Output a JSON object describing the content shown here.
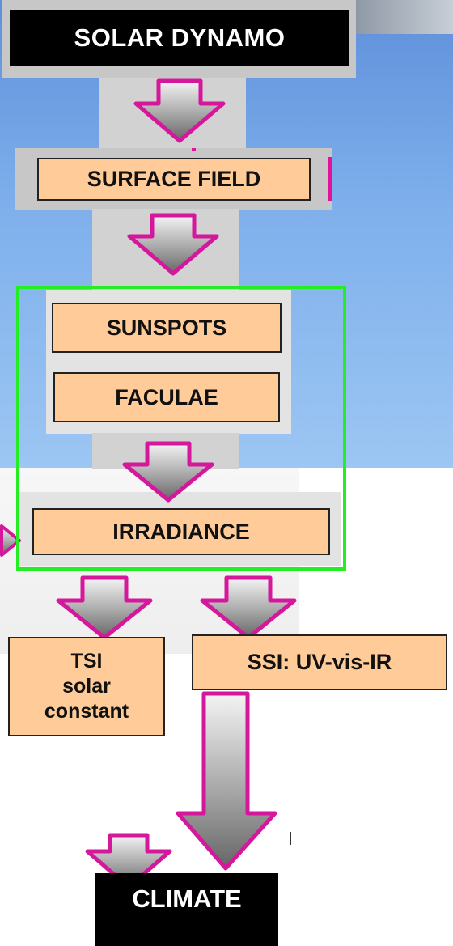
{
  "diagram": {
    "title": "SOLAR DYNAMO",
    "nodes": {
      "surface_field": "SURFACE FIELD",
      "sunspots": "SUNSPOTS",
      "faculae": "FACULAE",
      "irradiance": "IRRADIANCE",
      "tsi_line1": "TSI",
      "tsi_line2": "solar",
      "tsi_line3": "constant",
      "ssi": "SSI: UV-vis-IR",
      "climate": "CLIMATE"
    }
  },
  "colors": {
    "box_fill": "#ffcc99",
    "arrow_outline": "#d4179b",
    "highlight_frame": "#22ee22",
    "dark_box": "#000000",
    "sky_background": "#7fb0ec"
  }
}
